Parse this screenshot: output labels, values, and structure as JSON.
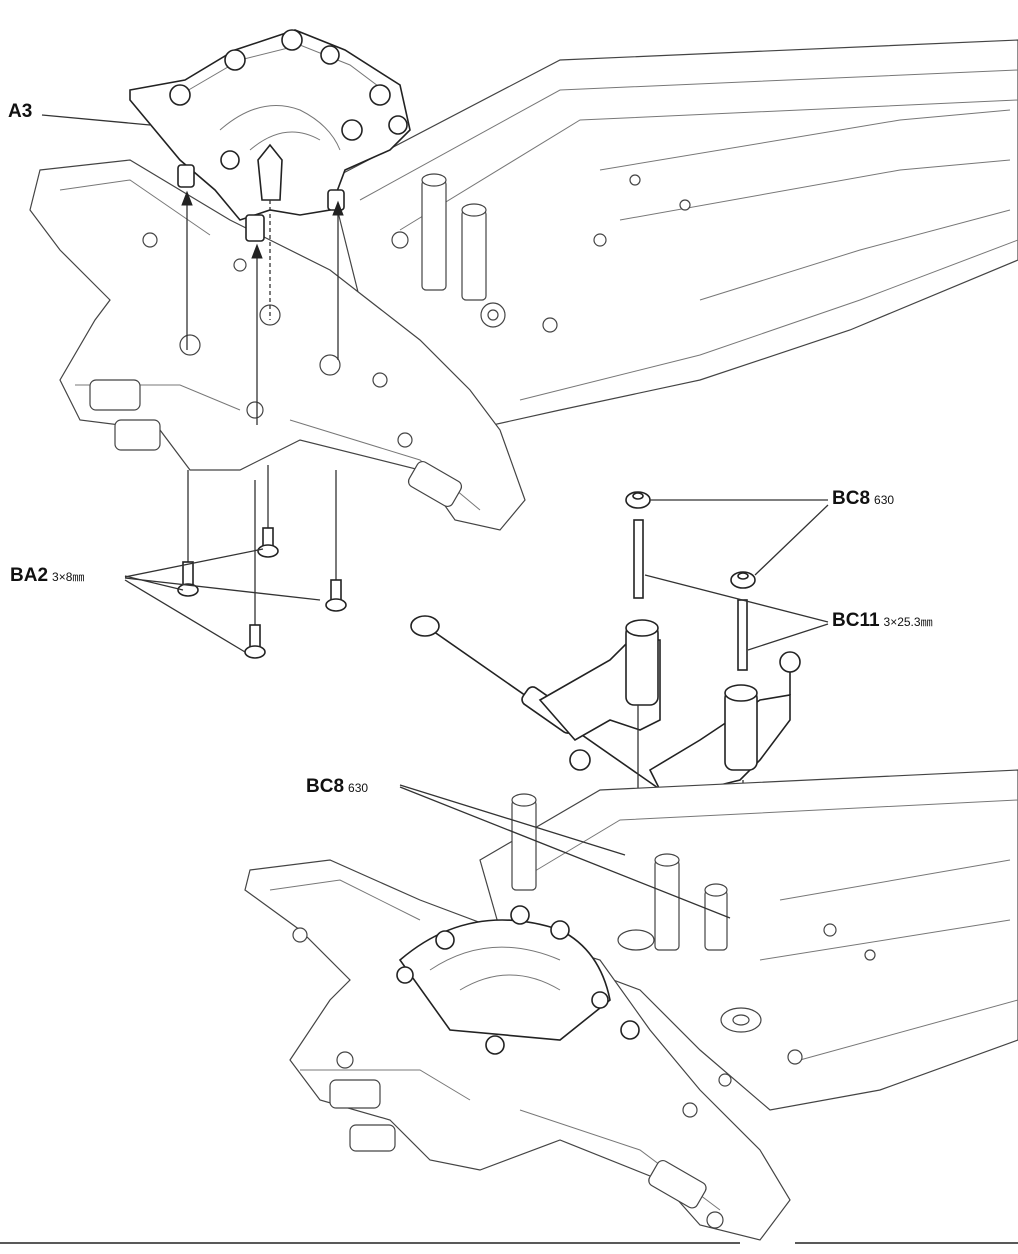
{
  "header": {
    "text": ""
  },
  "labels": {
    "a3": {
      "code": "A3",
      "spec": ""
    },
    "ba2": {
      "code": "BA2",
      "spec": "3×8㎜"
    },
    "bc8_top": {
      "code": "BC8",
      "spec": "630"
    },
    "bc11": {
      "code": "BC11",
      "spec": "3×25.3㎜"
    },
    "bc8_bottom": {
      "code": "BC8",
      "spec": "630"
    }
  },
  "icons": [
    "upward-arrow-icon",
    "downward-arrow-icon"
  ]
}
